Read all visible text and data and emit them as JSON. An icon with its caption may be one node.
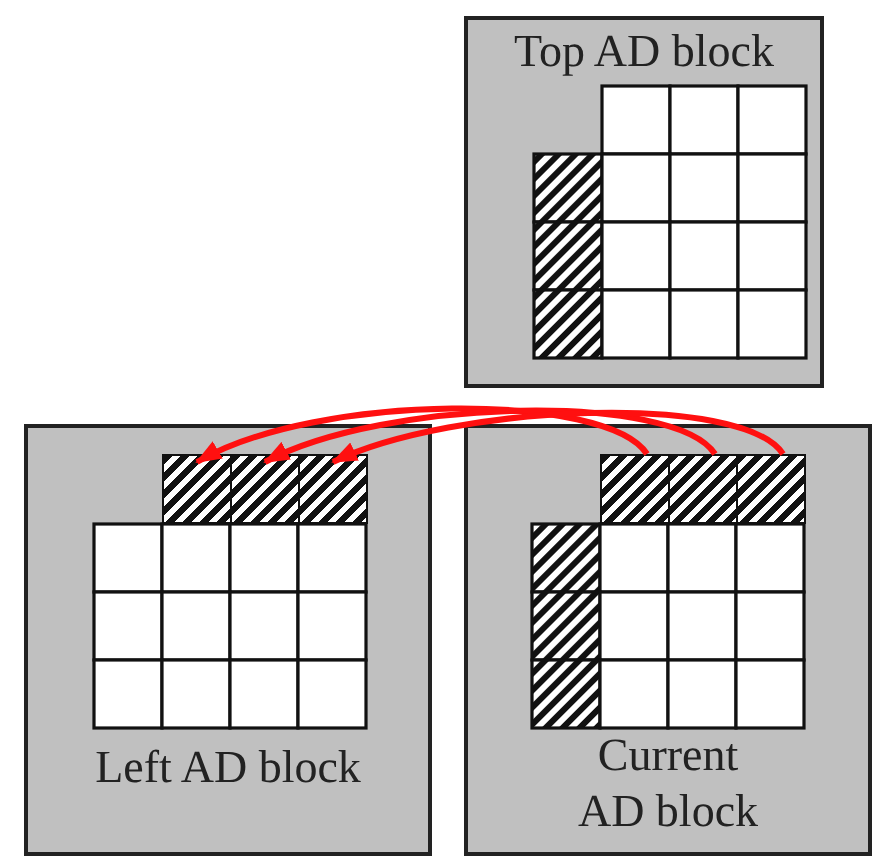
{
  "diagram": {
    "nodes": [
      {
        "text": [
          "Top AD block"
        ]
      },
      {
        "text": [
          "Left AD block"
        ]
      },
      {
        "text": [
          "Current AD block"
        ]
      },
      {
        "text": [],
        "shape": "box",
        "in": 1
      },
      {
        "text": [],
        "shape": "box",
        "in": 1
      },
      {
        "text": [],
        "shape": "box",
        "in": 1
      },
      {
        "text": [],
        "shape": "box",
        "in": 2
      },
      {
        "text": [],
        "shape": "box",
        "in": 2
      },
      {
        "text": [],
        "shape": "box",
        "in": 2
      }
    ],
    "edges": [
      {
        "from": 6,
        "to": 3,
        "arrow": "to"
      },
      {
        "from": 7,
        "to": 4,
        "arrow": "to"
      },
      {
        "from": 8,
        "to": 5,
        "arrow": "to"
      }
    ]
  }
}
